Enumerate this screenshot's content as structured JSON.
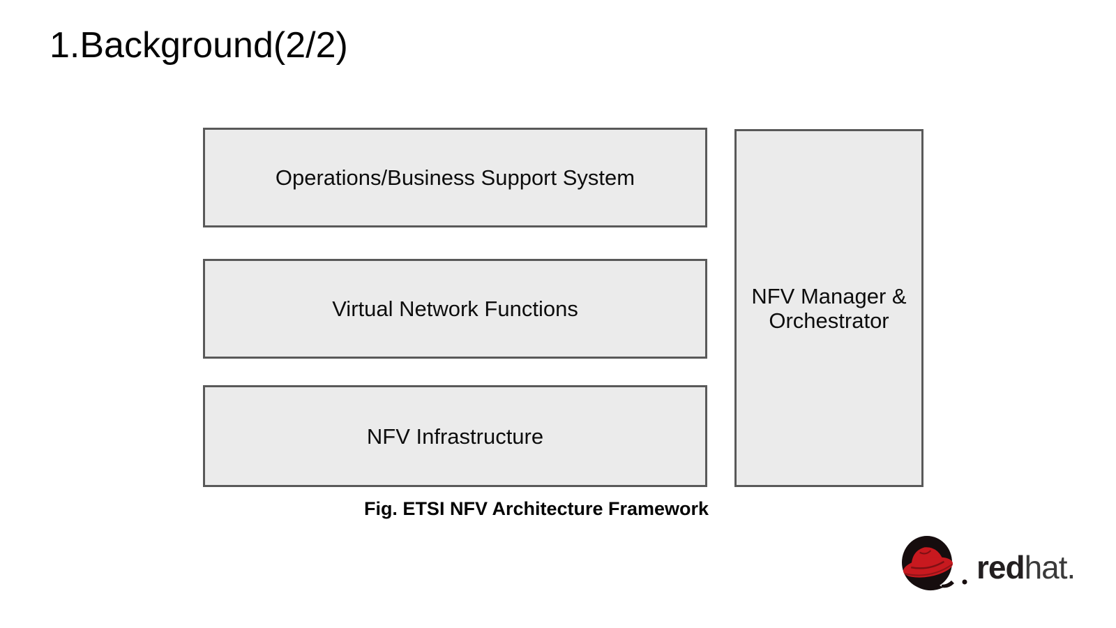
{
  "header": {
    "title": "1.Background(2/2)"
  },
  "diagram": {
    "boxes": [
      {
        "id": "oss",
        "label": "Operations/Business Support System"
      },
      {
        "id": "vnf",
        "label": "Virtual Network Functions"
      },
      {
        "id": "nfvi",
        "label": "NFV Infrastructure"
      },
      {
        "id": "mano",
        "label": "NFV Manager & Orchestrator"
      }
    ],
    "caption": "Fig. ETSI NFV Architecture Framework",
    "colors": {
      "box_fill": "#ebebeb",
      "box_border": "#595959",
      "box_text": "#0d0d0d"
    }
  },
  "footer": {
    "logo": {
      "brand_bold": "red",
      "brand_regular": "hat.",
      "hat_color": "#c8191f",
      "shadow_color": "#160d0e"
    }
  }
}
